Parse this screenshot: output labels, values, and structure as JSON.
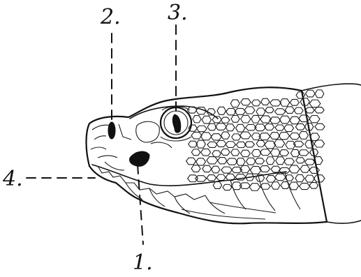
{
  "figure": {
    "labels": [
      {
        "id": "1",
        "text": "1."
      },
      {
        "id": "2",
        "text": "2."
      },
      {
        "id": "3",
        "text": "3."
      },
      {
        "id": "4",
        "text": "4."
      }
    ]
  },
  "colors": {
    "ink": "#111111",
    "background": "#ffffff"
  }
}
